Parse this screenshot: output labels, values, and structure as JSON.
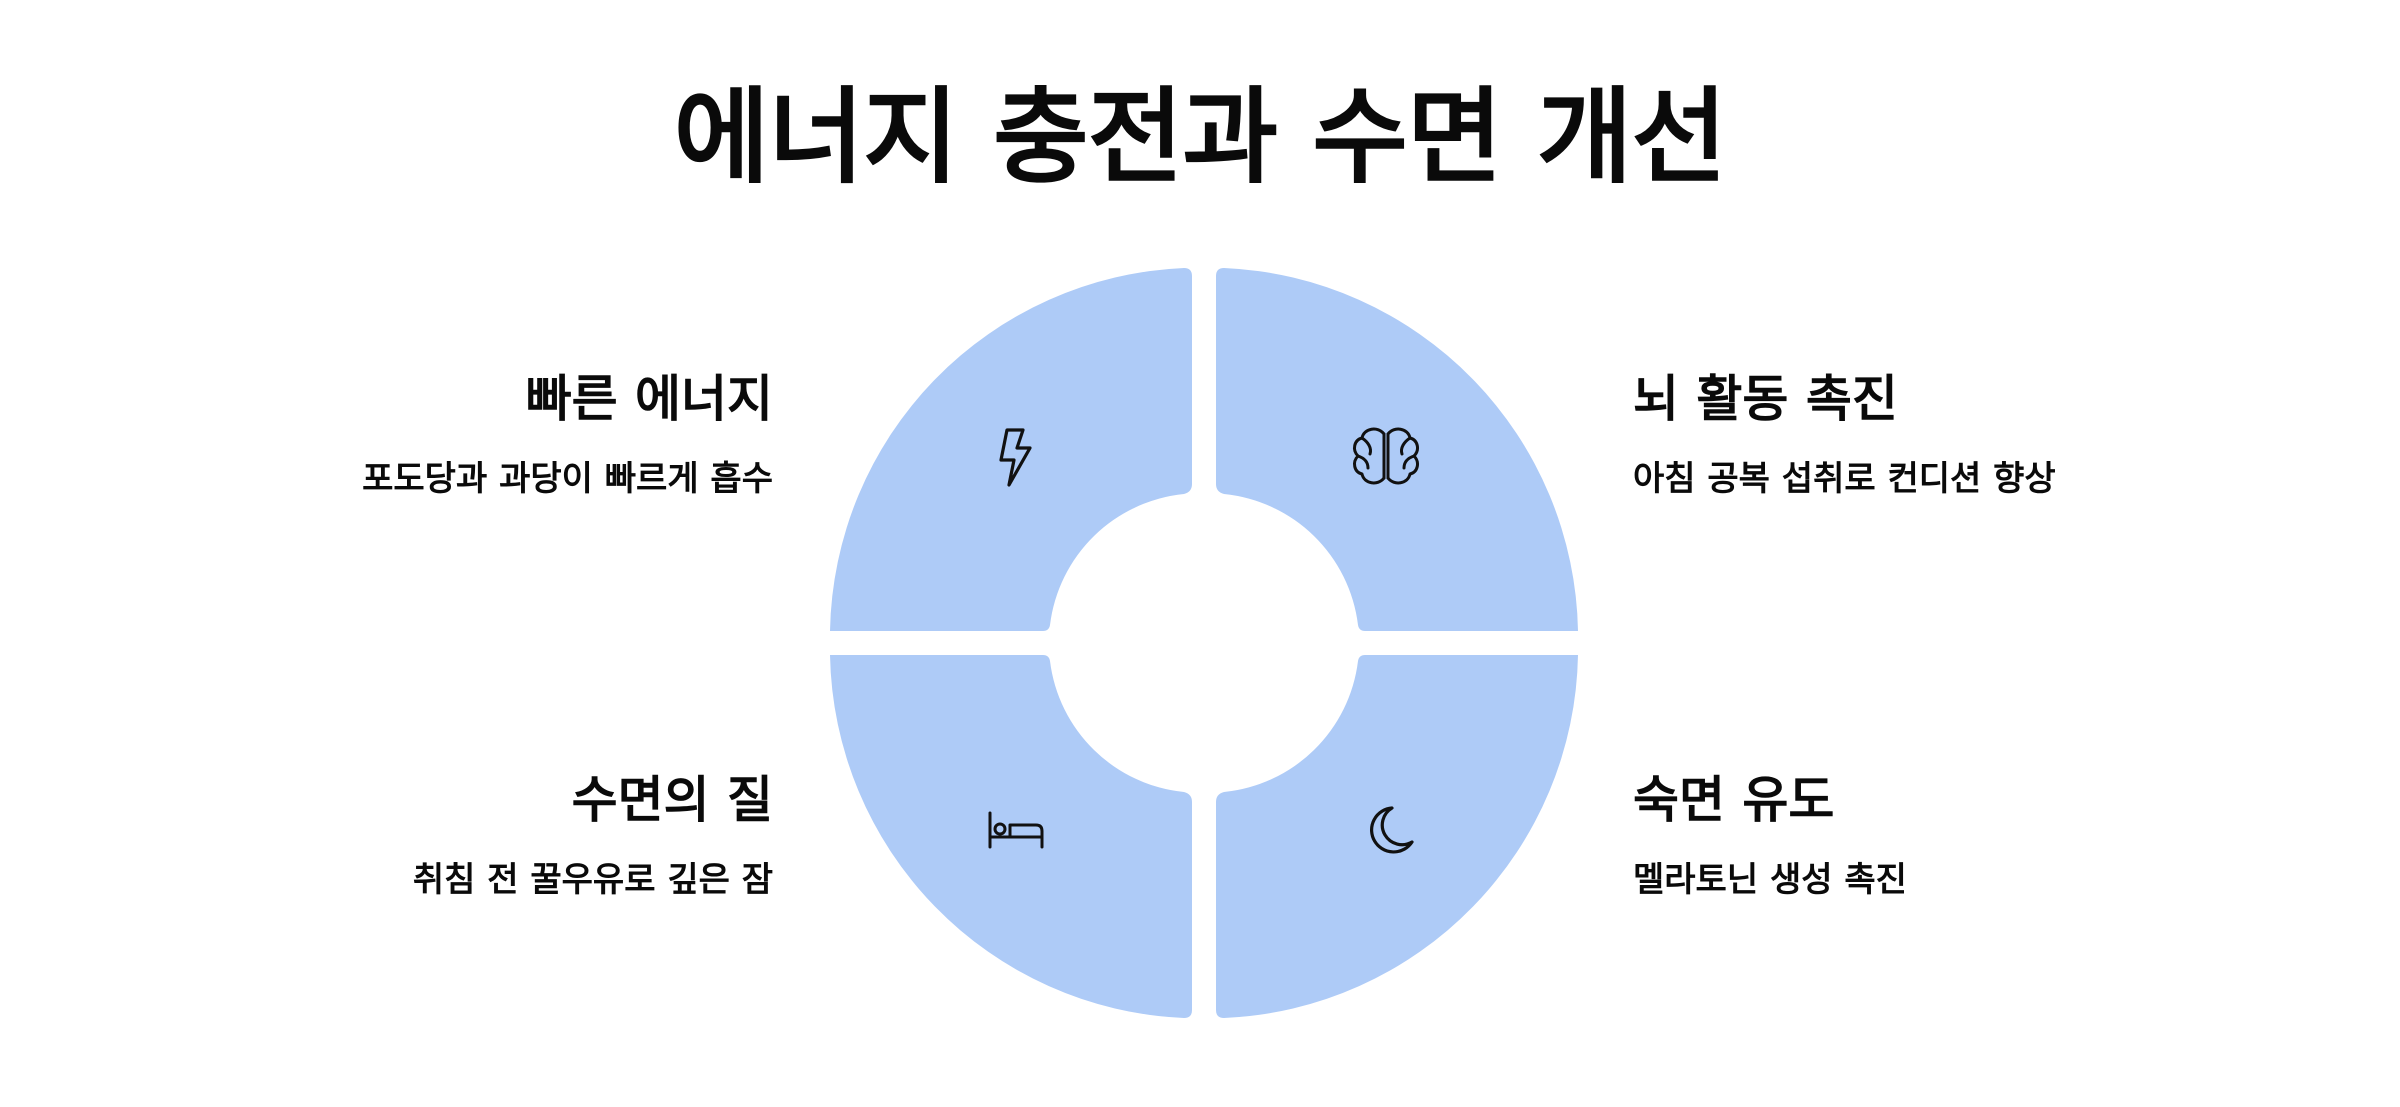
{
  "title": "에너지 충전과 수면 개선",
  "colors": {
    "segment": "#aecbf7",
    "icon": "#111111",
    "text": "#0a0a0a"
  },
  "segments": [
    {
      "position": "top-left",
      "icon": "lightning-icon",
      "title": "빠른 에너지",
      "description": "포도당과 과당이 빠르게 흡수"
    },
    {
      "position": "top-right",
      "icon": "brain-icon",
      "title": "뇌 활동 촉진",
      "description": "아침 공복 섭취로 컨디션 향상"
    },
    {
      "position": "bottom-left",
      "icon": "bed-icon",
      "title": "수면의 질",
      "description": "취침 전 꿀우유로 깊은 잠"
    },
    {
      "position": "bottom-right",
      "icon": "moon-icon",
      "title": "숙면 유도",
      "description": "멜라토닌 생성 촉진"
    }
  ]
}
